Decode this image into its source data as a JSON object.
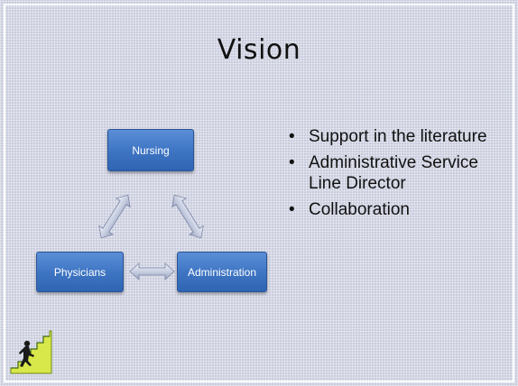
{
  "slide": {
    "title": "Vision",
    "diagram": {
      "nodes": {
        "nursing": "Nursing",
        "physicians": "Physicians",
        "administration": "Administration"
      },
      "node_color": "#4a80cc"
    },
    "bullets": [
      {
        "text": "Support in the literature"
      },
      {
        "text": "Administrative Service Line Director"
      },
      {
        "text": "Collaboration"
      }
    ],
    "bullet_glyph": "•",
    "icon": "stair-climber-icon"
  }
}
